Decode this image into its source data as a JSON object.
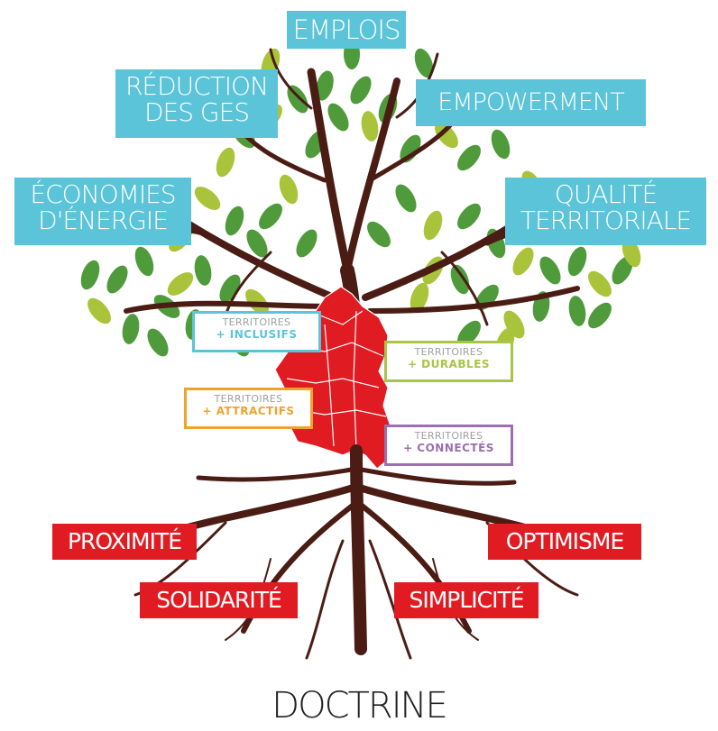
{
  "title": "DOCTRINE",
  "branches": [
    {
      "id": "emplois",
      "lines": [
        "EMPLOIS"
      ]
    },
    {
      "id": "reduction",
      "lines": [
        "RÉDUCTION",
        "DES GES"
      ]
    },
    {
      "id": "empowerment",
      "lines": [
        "EMPOWERMENT"
      ]
    },
    {
      "id": "economies",
      "lines": [
        "ÉCONOMIES",
        "D'ÉNERGIE"
      ]
    },
    {
      "id": "qualite",
      "lines": [
        "QUALITÉ",
        "TERRITORIALE"
      ]
    }
  ],
  "territories": [
    {
      "id": "inclusifs",
      "small": "TERRITOIRES",
      "big": "+ INCLUSIFS",
      "color": "#5bc4d8"
    },
    {
      "id": "durables",
      "small": "TERRITOIRES",
      "big": "+ DURABLES",
      "color": "#a8c545"
    },
    {
      "id": "attractifs",
      "small": "TERRITOIRES",
      "big": "+ ATTRACTIFS",
      "color": "#f0a22e"
    },
    {
      "id": "connectes",
      "small": "TERRITOIRES",
      "big": "+ CONNECTÉS",
      "color": "#9b6fb0"
    }
  ],
  "roots": [
    {
      "id": "proximite",
      "label": "PROXIMITÉ"
    },
    {
      "id": "optimisme",
      "label": "OPTIMISME"
    },
    {
      "id": "solidarite",
      "label": "SOLIDARITÉ"
    },
    {
      "id": "simplicite",
      "label": "SIMPLICITÉ"
    }
  ],
  "colors": {
    "blue": "#5bc4d8",
    "red": "#e11b22",
    "trunk": "#4a1c14",
    "leaf_green": "#4f9a3a",
    "leaf_lime": "#a9c43a"
  }
}
